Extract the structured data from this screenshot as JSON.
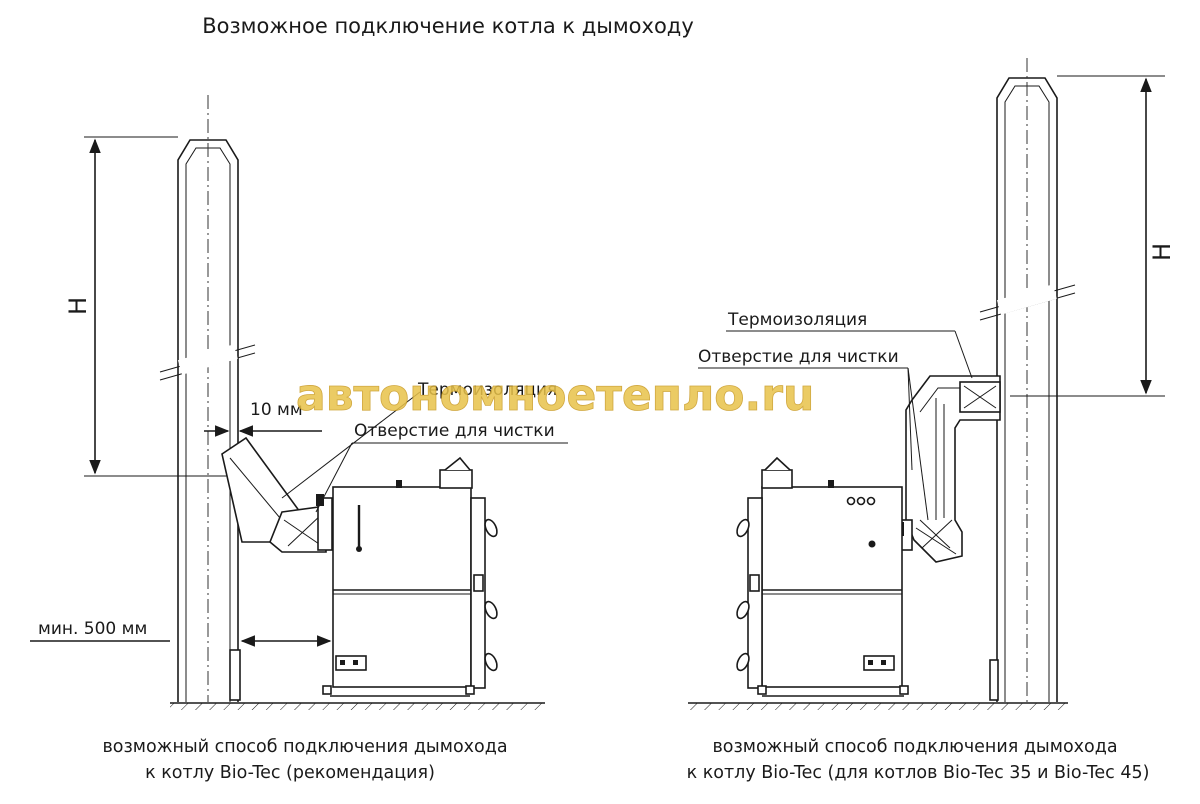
{
  "title": "Возможное подключение котла к дымоходу",
  "watermark": "автономноетепло.ru",
  "left": {
    "height_label": "Н",
    "gap_label": "10 мм",
    "insulation_label": "Термоизоляция",
    "cleaning_label": "Отверстие для чистки",
    "min_distance_label": "мин. 500 мм",
    "caption_line1": "возможный способ подключения дымохода",
    "caption_line2": "к котлу Bio-Tec (рекомендация)"
  },
  "right": {
    "height_label": "Н",
    "insulation_label": "Термоизоляция",
    "cleaning_label": "Отверстие для чистки",
    "caption_line1": "возможный способ подключения дымохода",
    "caption_line2": "к котлу Bio-Tec (для котлов Bio-Tec 35 и Bio-Tec 45)"
  },
  "colors": {
    "line": "#1a1a1a",
    "watermark": "#e8c24a"
  }
}
